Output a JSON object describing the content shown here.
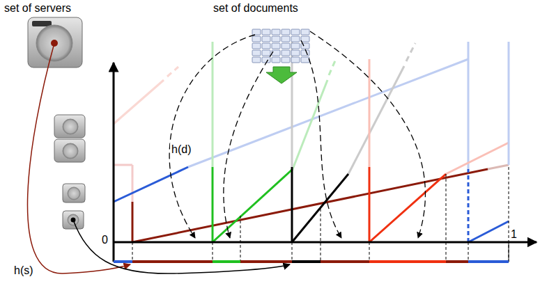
{
  "diagram": {
    "labels": [
      "set of servers",
      "set of documents",
      "h(d)",
      "0",
      "1",
      "h(s)"
    ]
  }
}
